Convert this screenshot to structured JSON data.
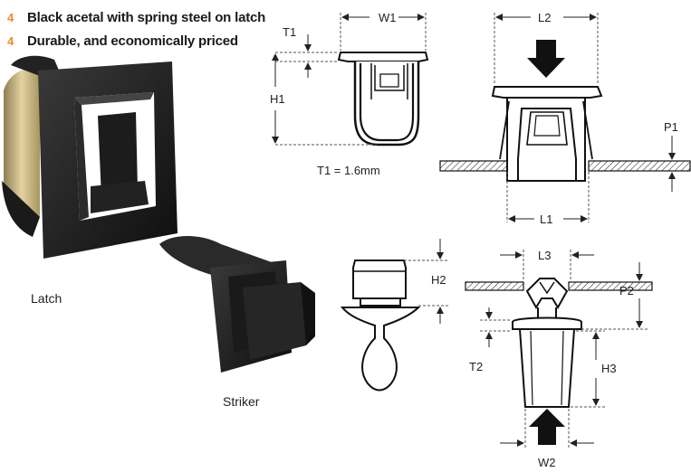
{
  "features": [
    {
      "marker": "4",
      "text": "Black acetal with spring steel on latch"
    },
    {
      "marker": "4",
      "text": "Durable, and economically priced"
    }
  ],
  "captions": {
    "latch": "Latch",
    "striker": "Striker",
    "thickness_note": "T1 = 1.6mm"
  },
  "dimension_labels": {
    "t1": "T1",
    "w1": "W1",
    "h1": "H1",
    "l2": "L2",
    "p1": "P1",
    "l1": "L1",
    "h2": "H2",
    "l3": "L3",
    "p2": "P2",
    "t2": "T2",
    "h3": "H3",
    "w2": "W2"
  },
  "colors": {
    "accent": "#f08a24",
    "part_dark": "#1f1f1f",
    "spring_steel": "#c9b27a"
  }
}
